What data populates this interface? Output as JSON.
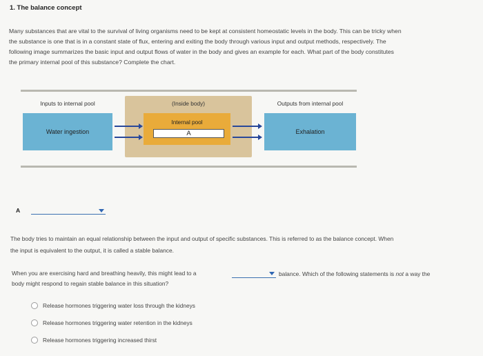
{
  "question": {
    "heading": "1. The balance concept",
    "intro_lines": [
      "Many substances that are vital to the survival of living organisms need to be kept at consistent homeostatic levels in the body. This can be tricky when",
      "the substance is one that is in a constant state of flux, entering and exiting the body through various input and output methods, respectively. The",
      "following image summarizes the basic input and output flows of water in the body and gives an example for each. What part of the body constitutes",
      "the primary internal pool of this substance? Complete the chart."
    ]
  },
  "diagram": {
    "inputs_label": "Inputs to internal pool",
    "inside_label": "(Inside body)",
    "outputs_label": "Outputs from internal pool",
    "input_example": "Water ingestion",
    "pool_label": "Internal pool",
    "pool_value": "A",
    "output_example": "Exhalation"
  },
  "answer_a": {
    "label": "A",
    "selected": ""
  },
  "balance": {
    "lines": [
      "The body tries to maintain an equal relationship between the input and output of specific substances. This is referred to as the balance concept. When",
      "the input is equivalent to the output, it is called a stable balance."
    ]
  },
  "exercise": {
    "line1": "When you are exercising hard and breathing heavily, this might lead to a",
    "dropdown_value": "",
    "after_dropdown": "balance. Which of the following statements is ",
    "emphasis": "not",
    "after_emphasis": " a way the",
    "line2": "body might respond to regain stable balance in this situation?"
  },
  "options": [
    "Release hormones triggering water loss through the kidneys",
    "Release hormones triggering water retention in the kidneys",
    "Release hormones triggering increased thirst"
  ]
}
